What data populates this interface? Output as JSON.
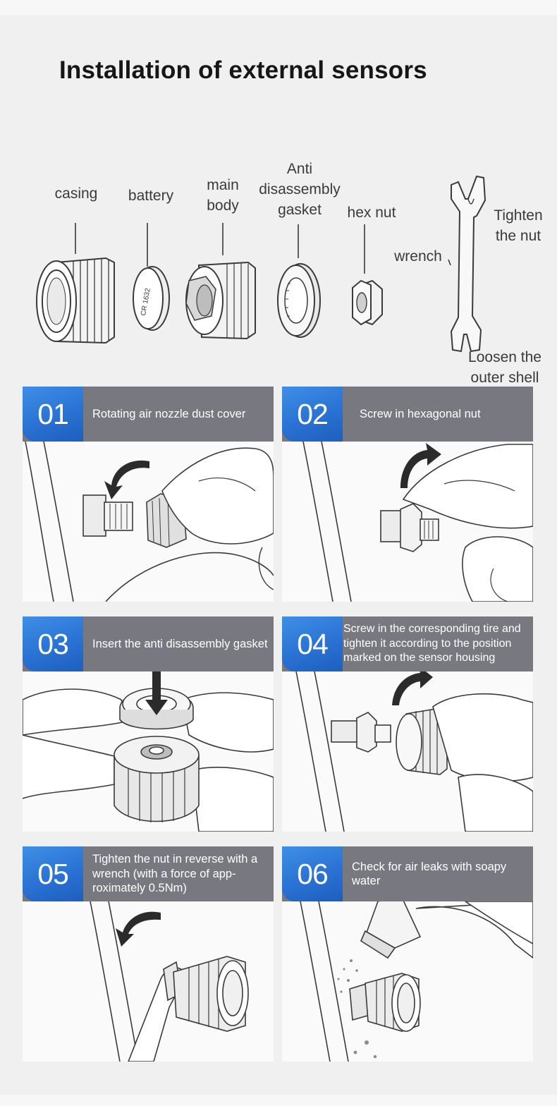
{
  "title": "Installation of external sensors",
  "parts": [
    {
      "label": "casing"
    },
    {
      "label": "battery"
    },
    {
      "label": "main\nbody"
    },
    {
      "label": "Anti\ndisassembly\ngasket"
    },
    {
      "label": "hex nut"
    },
    {
      "label": "wrench"
    },
    {
      "label": "Tighten\nthe nut"
    },
    {
      "label": "Loosen the\nouter shell"
    }
  ],
  "battery_marking": "CR 1632",
  "steps": [
    {
      "number": "01",
      "text": "Rotating air nozzle dust cover"
    },
    {
      "number": "02",
      "text": "Screw in hexagonal nut"
    },
    {
      "number": "03",
      "text": "Insert the anti disassembly gasket"
    },
    {
      "number": "04",
      "text": "Screw in the corresponding tire and tighten it according to the position marked on the sensor housing"
    },
    {
      "number": "05",
      "text": "Tighten the nut in reverse with a wrench (with a force of app-roximately 0.5Nm)"
    },
    {
      "number": "06",
      "text": "Check for air leaks with soapy water"
    }
  ],
  "colors": {
    "badge_blue": "#2a72d4",
    "header_gray": "#787880",
    "background": "#f0f0f0"
  }
}
